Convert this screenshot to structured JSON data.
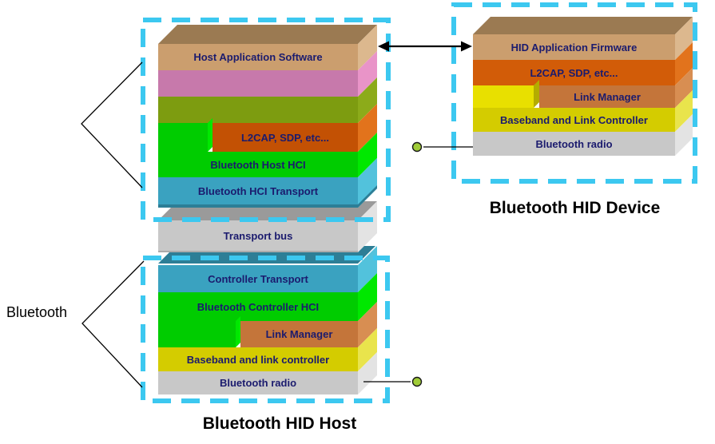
{
  "captions": {
    "host": "Bluetooth HID Host",
    "device": "Bluetooth HID Device",
    "bluetooth": "Bluetooth"
  },
  "stacks": {
    "host_upper": {
      "layers": [
        {
          "label": "Host Application Software"
        },
        {
          "label": ""
        },
        {
          "label": ""
        },
        {
          "label": "L2CAP, SDP, etc..."
        },
        {
          "label": "Bluetooth Host HCI"
        },
        {
          "label": "Bluetooth HCI Transport"
        }
      ]
    },
    "transport_bus": {
      "label": "Transport bus"
    },
    "host_lower": {
      "layers": [
        {
          "label": "Controller Transport"
        },
        {
          "label": "Bluetooth Controller HCI"
        },
        {
          "label": "Link Manager"
        },
        {
          "label": "Baseband and link controller"
        },
        {
          "label": "Bluetooth radio"
        }
      ]
    },
    "device": {
      "layers": [
        {
          "label": "HID Application Firmware"
        },
        {
          "label": "L2CAP, SDP, etc..."
        },
        {
          "label": "Link Manager"
        },
        {
          "label": "Baseband and Link Controller"
        },
        {
          "label": "Bluetooth radio"
        }
      ]
    }
  },
  "colors": {
    "dash": "#3cc8f0",
    "label_text": "#1b1b6e",
    "line": "#000000",
    "marker": "#a0cc38",
    "tan": {
      "front": "#cb9e6e",
      "side": "#dcb88e",
      "top": "#9b7a52"
    },
    "pink": {
      "front": "#c779ab",
      "side": "#e994c8"
    },
    "olive": {
      "front": "#7d9c10",
      "side": "#8cab1a"
    },
    "orange": {
      "front": "#c35104",
      "side": "#e2731c"
    },
    "orange_device": {
      "front": "#d25c08",
      "side": "#e2731c"
    },
    "green": {
      "front": "#00cc00",
      "side": "#00e800"
    },
    "teal": {
      "front": "#3aa2c0",
      "side": "#52c2dc",
      "dark": "#2d7e96"
    },
    "gray": {
      "front": "#c8c8c8",
      "side": "#e3e3e3",
      "top": "#9a9a9a"
    },
    "yellow": {
      "front": "#d4cc00",
      "side": "#e9e44c",
      "bright": "#e8e000",
      "dark": "#b4ac00"
    },
    "linkmgr": {
      "front": "#c4753a",
      "side": "#d88e52"
    }
  }
}
